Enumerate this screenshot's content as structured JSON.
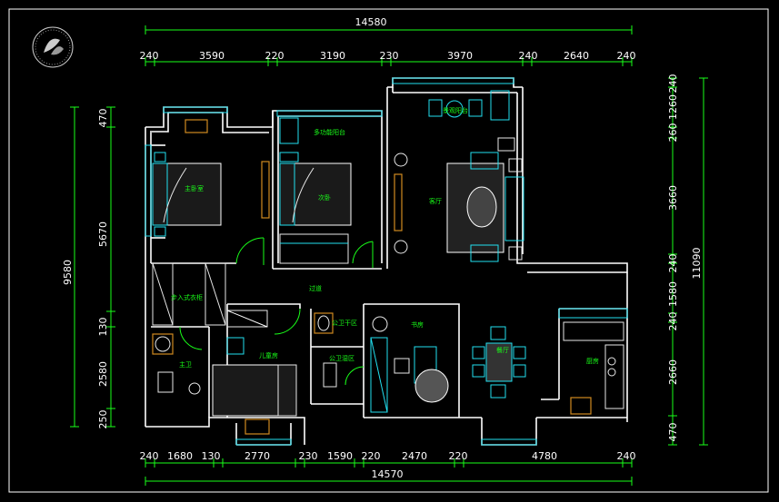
{
  "drawing": {
    "top_total": "14580",
    "bottom_total": "14570",
    "top_segments": [
      "240",
      "3590",
      "220",
      "3190",
      "230",
      "3970",
      "240",
      "2640",
      "240"
    ],
    "bottom_segments": [
      "240",
      "1680",
      "130",
      "2770",
      "230",
      "1590",
      "220",
      "2470",
      "220",
      "4780",
      "240"
    ],
    "left_total": "9580",
    "left_segments": [
      "470",
      "5670",
      "130",
      "2580",
      "250"
    ],
    "right_total": "11090",
    "right_segments": [
      "240",
      "1260",
      "260",
      "3660",
      "240",
      "1580",
      "240",
      "2660",
      "470"
    ]
  },
  "rooms": {
    "master_bedroom": "主卧室",
    "bedroom2": "次卧",
    "study_window": "多功能阳台",
    "living": "客厅",
    "balcony": "景观阳台",
    "walkin": "步入式衣柜",
    "corridor": "过道",
    "master_bath": "主卫",
    "kids_room": "儿童房",
    "wash": "公卫干区",
    "public_bath": "公卫湿区",
    "study": "书房",
    "dining": "餐厅",
    "kitchen": "厨房"
  },
  "colors": {
    "background": "#000000",
    "walls": "#ffffff",
    "dimensions": "#19ff19",
    "furniture": "#22e0f0",
    "wood": "#d08a20"
  },
  "icons": [
    "logo-seal-icon"
  ]
}
